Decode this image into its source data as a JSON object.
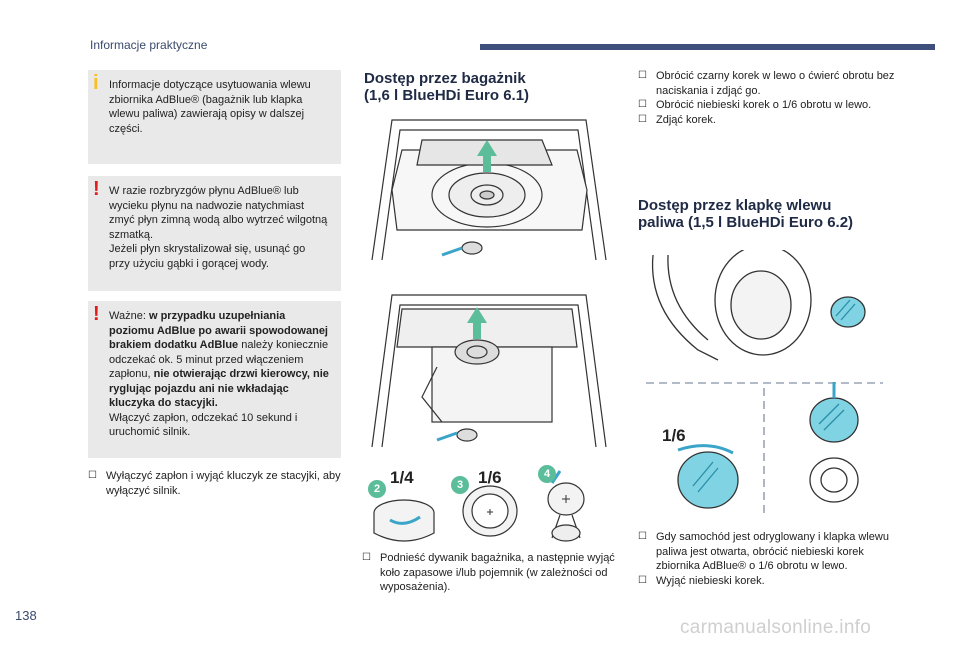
{
  "header": {
    "title": "Informacje praktyczne"
  },
  "page_number": "138",
  "watermark": "carmanualsonline.info",
  "col1": {
    "info_box": "Informacje dotyczące usytuowania wlewu zbiornika AdBlue® (bagażnik lub klapka wlewu paliwa) zawierają opisy w dalszej części.",
    "warning1": {
      "line1": "W razie rozbryzgów płynu AdBlue® lub wycieku płynu na nadwozie natychmiast zmyć płyn zimną wodą albo wytrzeć wilgotną szmatką.",
      "line2": "Jeżeli płyn skrystalizował się, usunąć go przy użyciu gąbki i gorącej wody."
    },
    "warning2": {
      "lead": "Ważne: ",
      "bold1": "w przypadku uzupełniania poziomu AdBlue po awarii spowodowanej brakiem dodatku AdBlue",
      "mid": " należy koniecznie odczekać ok. 5 minut przed włączeniem zapłonu, ",
      "bold2": "nie otwierając drzwi kierowcy, nie ryglując pojazdu ani nie wkładając kluczyka do stacyjki.",
      "tail": "Włączyć zapłon, odczekać 10 sekund i uruchomić silnik."
    },
    "bullet": "Wyłączyć zapłon i wyjąć kluczyk ze stacyjki, aby wyłączyć silnik."
  },
  "col2": {
    "heading": [
      "Dostęp przez bagażnik",
      "(1,6 l BlueHDi Euro 6.1)"
    ],
    "steps": [
      {
        "num": "2",
        "label": "1/4"
      },
      {
        "num": "3",
        "label": "1/6"
      },
      {
        "num": "4",
        "label": ""
      }
    ],
    "bullet": "Podnieść dywanik bagażnika, a następnie wyjąć koło zapasowe i/lub pojemnik (w zależności od wyposażenia)."
  },
  "col3": {
    "bullets_top": [
      "Obrócić czarny korek w lewo o ćwierć obrotu bez naciskania i zdjąć go.",
      "Obrócić niebieski korek o 1/6 obrotu w lewo.",
      "Zdjąć korek."
    ],
    "heading": [
      "Dostęp przez klapkę wlewu",
      "paliwa (1,5 l BlueHDi Euro 6.2)"
    ],
    "fraction": "1/6",
    "bullets_bottom": [
      "Gdy samochód jest odryglowany i klapka wlewu paliwa jest otwarta, obrócić niebieski korek zbiornika AdBlue® o 1/6 obrotu w lewo.",
      "Wyjąć niebieski korek."
    ]
  },
  "colors": {
    "accent_blue": "#3d4f7a",
    "cap_blue": "#7fd3e3",
    "warning_red": "#e21b1b",
    "info_yellow": "#fbbf24"
  }
}
